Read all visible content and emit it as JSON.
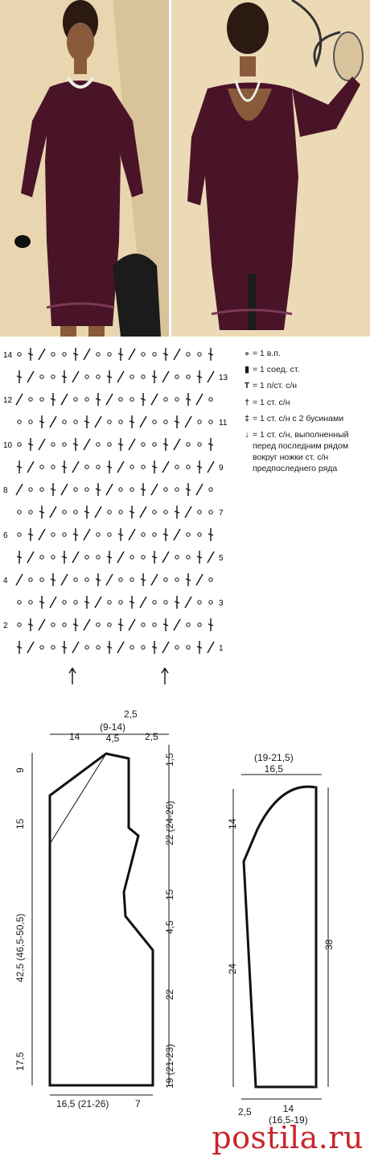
{
  "chart": {
    "row_numbers_left": [
      "14",
      "12",
      "10",
      "8",
      "6",
      "4",
      "2"
    ],
    "row_numbers_right": [
      "13",
      "11",
      "9",
      "7",
      "5",
      "3",
      "1"
    ]
  },
  "legend": [
    {
      "symbol": "∘",
      "text": "= 1 в.п."
    },
    {
      "symbol": "▮",
      "text": "= 1 соед. ст."
    },
    {
      "symbol": "T",
      "text": "= 1 п/ст. с/н"
    },
    {
      "symbol": "†",
      "text": "= 1 ст. с/н"
    },
    {
      "symbol": "‡",
      "text": "= 1 ст. с/н с 2 бусинами"
    },
    {
      "symbol": "↓",
      "text": "= 1 ст. с/н, выполненный перед последним рядом вокруг ножки ст. с/н предпоследнего ряда"
    }
  ],
  "body_pattern": {
    "top_width": "14",
    "neck_width": "(9-14)\n4,5",
    "neck_small": "2,5",
    "neck_right": "2,5",
    "left_side": [
      "9",
      "15",
      "42,5 (46,5-50,5)",
      "17,5"
    ],
    "right_side": [
      "1,5",
      "22 (24-26)",
      "15",
      "4,5",
      "22",
      "19 (21-23)"
    ],
    "bottom": "16,5 (21-26)",
    "bottom_right": "7"
  },
  "sleeve_pattern": {
    "top": "(19-21,5)\n16,5",
    "left_side": [
      "14",
      "24"
    ],
    "right_side": "38",
    "bottom_left": "2,5",
    "bottom": "14\n(16,5-19)"
  },
  "watermark": "postila.ru",
  "colors": {
    "dress": "#4a1428",
    "wall": "#e8d2a8",
    "ink": "#111111",
    "brand": "#c9242b"
  }
}
